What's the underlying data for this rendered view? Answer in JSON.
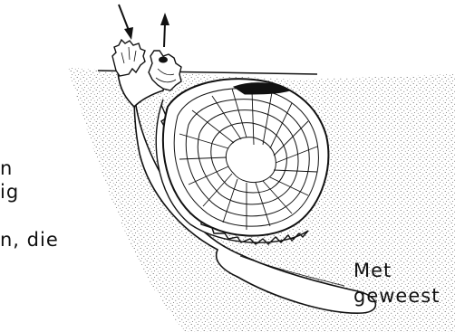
{
  "text_fragments": [
    "n",
    "ig",
    "n,  die",
    "Met",
    "geweest"
  ],
  "colors": {
    "ink": "#111111",
    "paper": "#ffffff",
    "stipple": "#4a4a4a"
  }
}
